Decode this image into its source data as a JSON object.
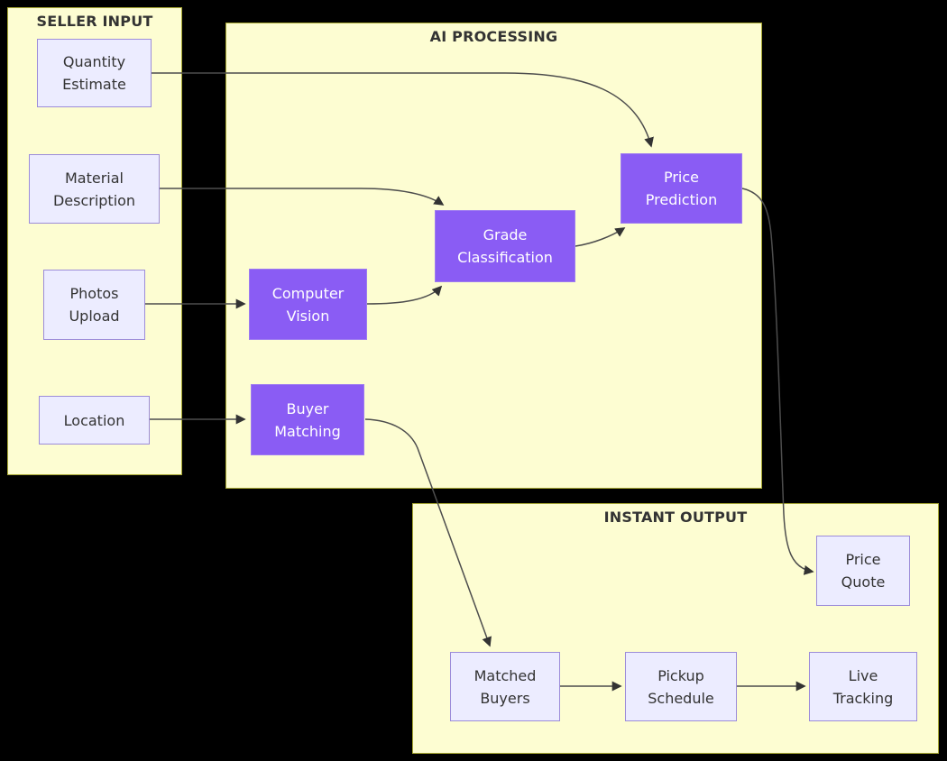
{
  "diagram_type": "flowchart",
  "colors": {
    "canvas_background": "#000000",
    "group_fill": "#fdfdd2",
    "group_border": "#a8a832",
    "input_node_fill": "#ececff",
    "input_node_border": "#9c8cd9",
    "input_node_text": "#333333",
    "process_node_fill": "#8a5cf4",
    "process_node_border": "#9e7cf0",
    "process_node_text": "#ffffff",
    "edge_color": "#4d4d4d"
  },
  "groups": {
    "seller_input": {
      "title": "SELLER INPUT"
    },
    "ai_processing": {
      "title": "AI PROCESSING"
    },
    "instant_output": {
      "title": "INSTANT OUTPUT"
    }
  },
  "nodes": {
    "quantity_estimate": {
      "label": "Quantity\nEstimate",
      "group": "seller_input",
      "style": "input"
    },
    "material_description": {
      "label": "Material\nDescription",
      "group": "seller_input",
      "style": "input"
    },
    "photos_upload": {
      "label": "Photos\nUpload",
      "group": "seller_input",
      "style": "input"
    },
    "location": {
      "label": "Location",
      "group": "seller_input",
      "style": "input"
    },
    "computer_vision": {
      "label": "Computer\nVision",
      "group": "ai_processing",
      "style": "process"
    },
    "grade_classification": {
      "label": "Grade\nClassification",
      "group": "ai_processing",
      "style": "process"
    },
    "price_prediction": {
      "label": "Price\nPrediction",
      "group": "ai_processing",
      "style": "process"
    },
    "buyer_matching": {
      "label": "Buyer\nMatching",
      "group": "ai_processing",
      "style": "process"
    },
    "price_quote": {
      "label": "Price\nQuote",
      "group": "instant_output",
      "style": "input"
    },
    "matched_buyers": {
      "label": "Matched\nBuyers",
      "group": "instant_output",
      "style": "input"
    },
    "pickup_schedule": {
      "label": "Pickup\nSchedule",
      "group": "instant_output",
      "style": "input"
    },
    "live_tracking": {
      "label": "Live\nTracking",
      "group": "instant_output",
      "style": "input"
    }
  },
  "edges": [
    {
      "from": "quantity_estimate",
      "to": "price_prediction"
    },
    {
      "from": "material_description",
      "to": "grade_classification"
    },
    {
      "from": "photos_upload",
      "to": "computer_vision"
    },
    {
      "from": "computer_vision",
      "to": "grade_classification"
    },
    {
      "from": "grade_classification",
      "to": "price_prediction"
    },
    {
      "from": "location",
      "to": "buyer_matching"
    },
    {
      "from": "price_prediction",
      "to": "price_quote"
    },
    {
      "from": "buyer_matching",
      "to": "matched_buyers"
    },
    {
      "from": "matched_buyers",
      "to": "pickup_schedule"
    },
    {
      "from": "pickup_schedule",
      "to": "live_tracking"
    }
  ]
}
